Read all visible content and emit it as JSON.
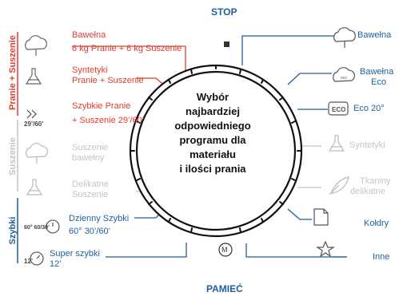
{
  "top": {
    "stop_label": "STOP"
  },
  "bottom": {
    "memory_label": "PAMIEĆ"
  },
  "center": {
    "lines": [
      "Wybór",
      "najbardziej",
      "odpowiedniego",
      "programu dla",
      "materiału",
      "i ilości prania"
    ]
  },
  "groups": {
    "wash_dry": "Pranie + Suszenie",
    "dry": "Suszenie",
    "quick": "Szybki"
  },
  "left_programs": {
    "cotton_dry": {
      "line1": "Bawełna",
      "line2": "6 kg Pranie + 6 kg Suszenie"
    },
    "synthetic_dry": {
      "line1": "Syntetyki",
      "line2": "Pranie + Suszenie"
    },
    "quick_dry": {
      "line1": "Szybkie Pranie",
      "line2": "+ Suszenie 29’/60’",
      "icon_text": "29’/60’"
    },
    "dry_cotton": {
      "line1": "Suszenie",
      "line2": "bawełny"
    },
    "delicate": {
      "line1": "Delikatne",
      "line2": "Suszenie"
    },
    "daily_quick": {
      "line1": "Dzienny Szybki",
      "line2": "60° 30’/60’",
      "icon_text": "60° 60/30’"
    },
    "super_quick": {
      "line1": "Super szybki",
      "line2": "12’",
      "icon_text": "12’"
    }
  },
  "right_programs": {
    "cotton": "Bawełna",
    "cotton_eco": {
      "line1": "Bawełna",
      "line2": "Eco",
      "icon_text": "eco"
    },
    "eco20": {
      "label": "Eco 20°",
      "icon_text": "ECO"
    },
    "synthetics": "Syntetyki",
    "delicates": {
      "line1": "Tkaniny",
      "line2": "delikatne"
    },
    "duvets": "Kołdry",
    "other": "Inne"
  },
  "memory_icon": "M",
  "colors": {
    "red": "#e03c31",
    "blue": "#1f5f9f",
    "grey": "#c4c4c4",
    "dark": "#222222"
  }
}
